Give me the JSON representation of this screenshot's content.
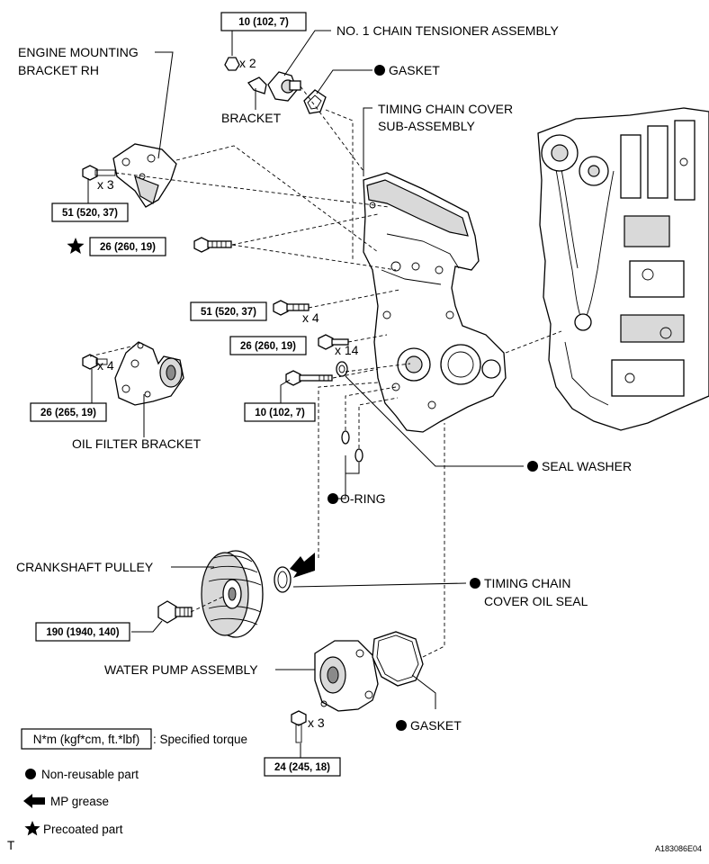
{
  "labels": {
    "engine_mounting_bracket_l1": "ENGINE MOUNTING",
    "engine_mounting_bracket_l2": "BRACKET RH",
    "chain_tensioner": "NO. 1 CHAIN TENSIONER ASSEMBLY",
    "gasket_top": "GASKET",
    "bracket": "BRACKET",
    "timing_cover_l1": "TIMING CHAIN COVER",
    "timing_cover_l2": "SUB-ASSEMBLY",
    "oil_filter_bracket": "OIL FILTER BRACKET",
    "seal_washer": "SEAL WASHER",
    "o_ring": "O-RING",
    "crankshaft_pulley": "CRANKSHAFT PULLEY",
    "oil_seal_l1": "TIMING CHAIN",
    "oil_seal_l2": "COVER OIL SEAL",
    "water_pump": "WATER PUMP ASSEMBLY",
    "gasket_bottom": "GASKET"
  },
  "torques": {
    "t_top": "10 (102, 7)",
    "t_mount": "51 (520, 37)",
    "t_star": "26 (260, 19)",
    "t_cover51": "51 (520, 37)",
    "t_cover26": "26 (260, 19)",
    "t_cover10": "10 (102, 7)",
    "t_oilfilter": "26 (265, 19)",
    "t_pulley": "190 (1940, 140)",
    "t_pump": "24 (245, 18)"
  },
  "quantities": {
    "q_top": "x 2",
    "q_mount": "x 3",
    "q_cover51": "x 4",
    "q_cover26": "x 14",
    "q_oilfilter": "x 4",
    "q_pump": "x 3"
  },
  "legend": {
    "torque_box": "N*m (kgf*cm, ft.*lbf)",
    "torque_desc": ": Specified torque",
    "non_reusable": "Non-reusable part",
    "mp_grease": "MP grease",
    "precoated": "Precoated part"
  },
  "footer": {
    "left_mark": "T",
    "figure_code": "A183086E04"
  }
}
